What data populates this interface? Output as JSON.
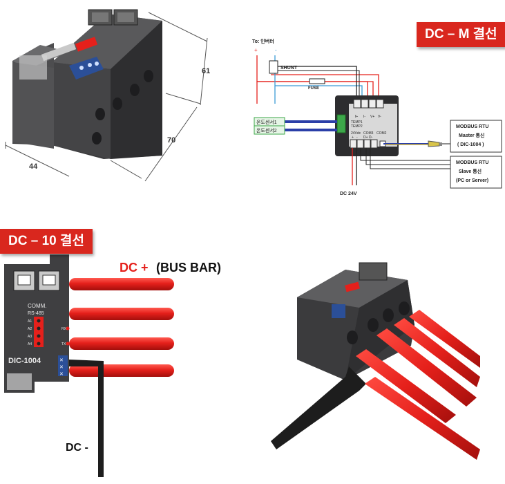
{
  "device_3d": {
    "dim_height": "61",
    "dim_depth": "70",
    "dim_width": "44"
  },
  "dcm": {
    "title": "DC – M 결선",
    "to_inverter": "To: 인버터",
    "plus": "+",
    "minus": "-",
    "shunt": "SHUNT",
    "fuse": "FUSE",
    "temp1_label": "온도센서1",
    "temp2_label": "온도센서2",
    "pin_temp1": "TEMP1",
    "pin_temp2": "TEMP2",
    "pin_24vdc": "24Vdc",
    "pin_com3": "COM3",
    "pin_com2": "COM2",
    "pin_top": [
      "I+",
      "I-",
      "V+",
      "V-"
    ],
    "pin_bottom": [
      "+",
      "-",
      "D+",
      "D-"
    ],
    "master_box": [
      "MODBUS RTU",
      "Master 통신",
      "( DIC-1004 )"
    ],
    "slave_box": [
      "MODBUS RTU",
      "Slave 통신",
      "(PC or Server)"
    ],
    "dc24v": "DC 24V"
  },
  "dc10": {
    "title": "DC – 10 결선",
    "bus_label_red": "DC +",
    "bus_label_black": "(BUS BAR)",
    "dc_minus": "DC -",
    "panel_comm": "COMM.",
    "panel_rs485": "RS-485",
    "panel_model": "DIC-1004",
    "led_labels": [
      "A1",
      "A2",
      "A3",
      "A4"
    ],
    "rx": "RX",
    "tx": "TX"
  },
  "colors": {
    "badge": "#d9271e",
    "wire_red": "#e5201b",
    "wire_blue": "#3a9bd6",
    "wire_navy": "#2b3fa8",
    "device_dark": "#4a4a4c"
  }
}
